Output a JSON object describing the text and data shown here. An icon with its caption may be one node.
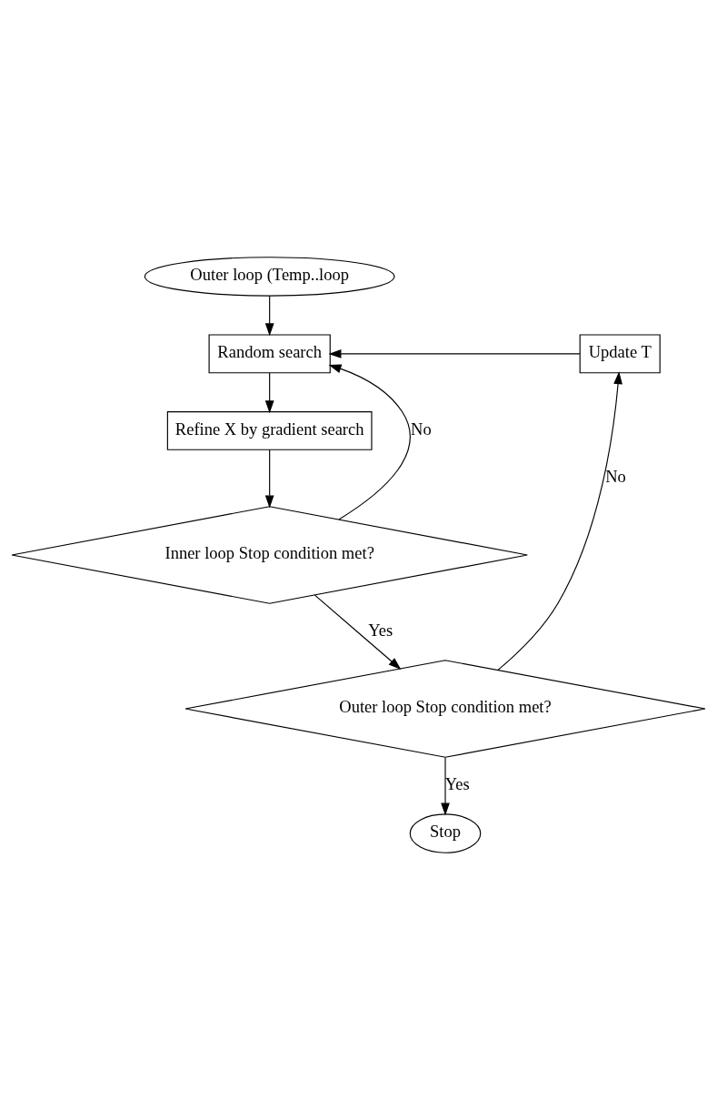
{
  "diagram": {
    "nodes": [
      {
        "text": [
          "Outer loop (Temp..loop"
        ]
      },
      {
        "text": [
          "Random search"
        ]
      },
      {
        "text": [
          "Update T"
        ]
      },
      {
        "text": [
          "Refine X by gradient search"
        ]
      },
      {
        "text": [
          "Inner loop Stop condition met?"
        ]
      },
      {
        "text": [
          "Outer loop Stop condition met?"
        ]
      },
      {
        "text": [
          "Stop"
        ]
      }
    ],
    "edges": [
      {
        "from": 0,
        "to": 1,
        "arrow": "to"
      },
      {
        "from": 2,
        "to": 1,
        "arrow": "to"
      },
      {
        "from": 1,
        "to": 3,
        "arrow": "to"
      },
      {
        "from": 3,
        "to": 4,
        "arrow": "to"
      },
      {
        "from": 4,
        "to": 1,
        "arrow": "to",
        "label": "No"
      },
      {
        "from": 4,
        "to": 5,
        "arrow": "to",
        "label": "Yes"
      },
      {
        "from": 5,
        "to": 2,
        "arrow": "to",
        "label": "No"
      },
      {
        "from": 5,
        "to": 6,
        "arrow": "to",
        "label": "Yes"
      }
    ]
  }
}
